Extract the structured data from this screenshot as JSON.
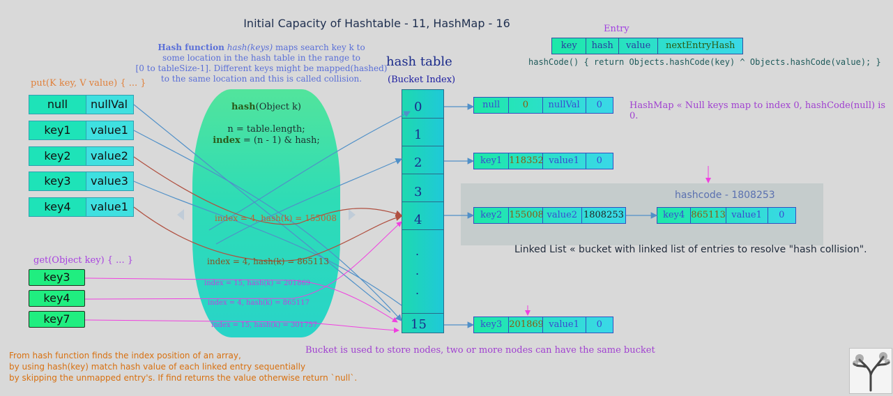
{
  "title": "Initial Capacity of Hashtable - 11, HashMap  - 16",
  "hash_function": {
    "heading": "Hash function",
    "call": "hash(keys)",
    "line1_rest": "maps search key k to",
    "line2": "some location in the hash table in the range to",
    "line3": "[0 to tableSize-1]. Different keys might be mapped(hashed)",
    "line4": "to the same location and this is called collision."
  },
  "put_signature": "put(K key, V value) { ... }",
  "get_signature": "get(Object key) { ... }",
  "put_entries": [
    {
      "key": "null",
      "value": "nullVal"
    },
    {
      "key": "key1",
      "value": "value1"
    },
    {
      "key": "key2",
      "value": "value2"
    },
    {
      "key": "key3",
      "value": "value3"
    },
    {
      "key": "key4",
      "value": "value1"
    }
  ],
  "get_keys": [
    "key3",
    "key4",
    "key7"
  ],
  "oval": {
    "heading_bold": "hash",
    "heading_rest": "(Object k)",
    "line1": "n =  table.length;",
    "line2_bold": "index",
    "line2_rest": " = (n - 1) & hash;"
  },
  "index_labels": [
    "index = 4, hash(k)  =  155008",
    "index = 4, hash(k)  =  865113",
    "index = 15, hash(k) = 201869",
    "index = 4, hash(k) = 865117",
    "index = 15, hash(k) = 301757"
  ],
  "hash_table": {
    "title": "hash table",
    "bucket_index_label": "(Bucket Index)",
    "buckets": [
      "0",
      "1",
      "2",
      "3",
      "4",
      "15"
    ],
    "ellipsis": [
      ".",
      ".",
      "."
    ]
  },
  "entry": {
    "label": "Entry",
    "fields": [
      "key",
      "hash",
      "value",
      "nextEntryHash"
    ],
    "hashcode_code": "hashCode() { return Objects.hashCode(key) ^ Objects.hashCode(value); }"
  },
  "nodes": {
    "bucket0": [
      "null",
      "0",
      "nullVal",
      "0"
    ],
    "bucket2": [
      "key1",
      "118352",
      "value1",
      "0"
    ],
    "bucket4_first": [
      "key2",
      "155008",
      "value2",
      "1808253"
    ],
    "bucket4_second": [
      "key4",
      "865113",
      "value1",
      "0"
    ],
    "bucket15": [
      "key3",
      "201869",
      "value1",
      "0"
    ]
  },
  "hashcode_label": "hashcode - 1808253",
  "null_note": "HashMap « Null keys map to index 0, hashCode(null) is 0.",
  "collision_text": "Linked List « bucket with linked list of entries to resolve \"hash collision\".",
  "bucket_note": "Bucket is used to store nodes, two or more nodes can have the same bucket",
  "bottom_note": [
    "From hash function finds the index position of an array,",
    "by using hash(key) match hash value of each linked entry sequentially",
    "by skipping the unmapped entry's. If find returns the value otherwise return `null`."
  ],
  "colors": {
    "background": "#d9d9d9",
    "put_arrow": "#5090c8",
    "collision_arrow": "#b05040",
    "get_arrow": "#f040e0",
    "node_border": "#3050c0"
  }
}
